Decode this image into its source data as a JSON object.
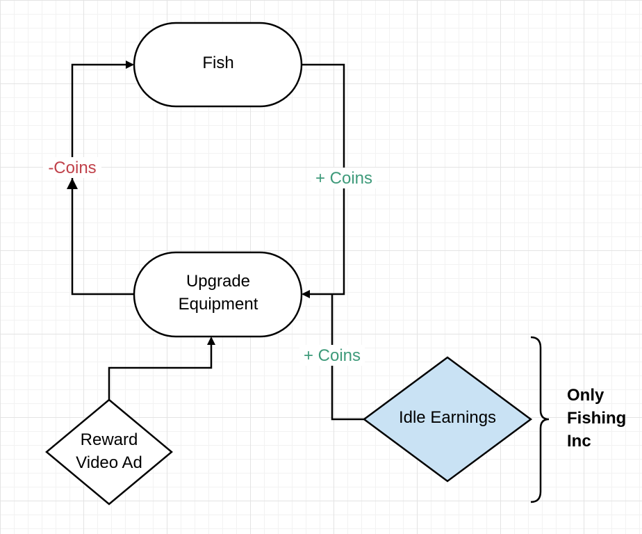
{
  "nodes": {
    "fish": "Fish",
    "upgrade_line1": "Upgrade",
    "upgrade_line2": "Equipment",
    "reward_line1": "Reward",
    "reward_line2": "Video Ad",
    "idle": "Idle Earnings"
  },
  "edges": {
    "minus_coins": "-Coins",
    "plus_coins_fish": "+ Coins",
    "plus_coins_idle": "+ Coins"
  },
  "group_label": [
    "Only",
    "Fishing",
    "Inc"
  ],
  "colors": {
    "negative": "#c0414a",
    "positive": "#3e9a7a",
    "idle_fill": "#c9e2f4",
    "stroke": "#000000"
  }
}
